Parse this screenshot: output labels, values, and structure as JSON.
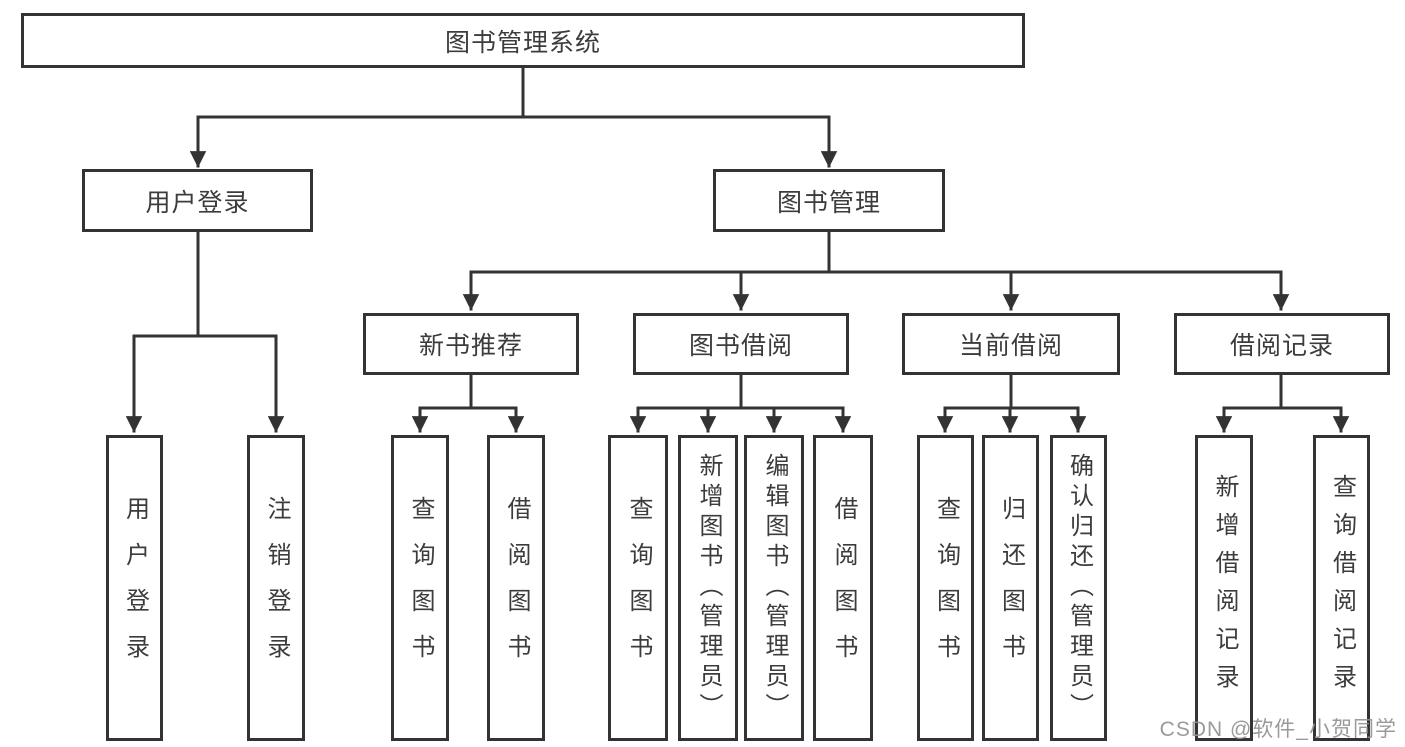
{
  "tree": {
    "root": "图书管理系统",
    "branches": [
      {
        "label": "用户登录",
        "leaves": [
          "用户登录",
          "注销登录"
        ]
      },
      {
        "label": "图书管理",
        "groups": [
          {
            "label": "新书推荐",
            "leaves": [
              "查询图书",
              "借阅图书"
            ]
          },
          {
            "label": "图书借阅",
            "leaves": [
              "查询图书",
              "新增图书（管理员）",
              "编辑图书（管理员）",
              "借阅图书"
            ]
          },
          {
            "label": "当前借阅",
            "leaves": [
              "查询图书",
              "归还图书",
              "确认归还（管理员）"
            ]
          },
          {
            "label": "借阅记录",
            "leaves": [
              "新增借阅记录",
              "查询借阅记录"
            ]
          }
        ]
      }
    ]
  },
  "watermark": "CSDN @软件_小贺同学",
  "colors": {
    "line": "#333333",
    "text": "#3c3c3c",
    "background": "#ffffff",
    "watermark": "#919191"
  }
}
